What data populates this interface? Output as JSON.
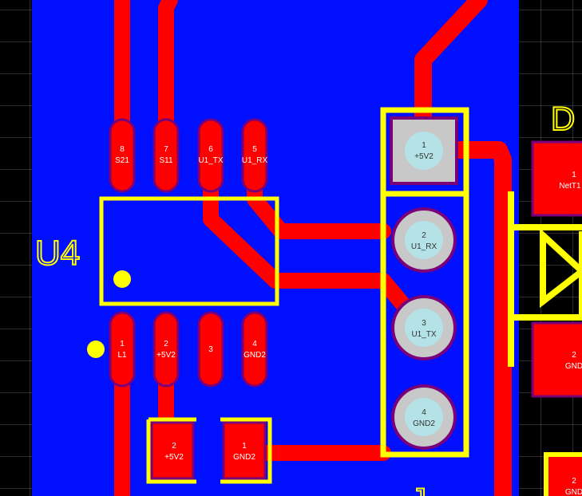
{
  "colors": {
    "background": "#000000",
    "grid": "#5a5a5a",
    "copper_pour": "#0010ff",
    "trace": "#ff0000",
    "silkscreen": "#ffff00",
    "pad_outline": "#7a007a",
    "via_fill": "#b5e2e6",
    "square_pad_fill": "#c8c8c8"
  },
  "designators": {
    "u4": "U4",
    "d_partial": "D",
    "j_partial": "J"
  },
  "u4_pads": [
    {
      "number": "8",
      "net": "S21"
    },
    {
      "number": "7",
      "net": "S11"
    },
    {
      "number": "6",
      "net": "U1_TX"
    },
    {
      "number": "5",
      "net": "U1_RX"
    },
    {
      "number": "1",
      "net": "L1"
    },
    {
      "number": "2",
      "net": "+5V2"
    },
    {
      "number": "3",
      "net": ""
    },
    {
      "number": "4",
      "net": "GND2"
    }
  ],
  "small_pads": [
    {
      "number": "2",
      "net": "+5V2"
    },
    {
      "number": "1",
      "net": "GND2"
    }
  ],
  "header_pins": [
    {
      "number": "1",
      "net": "+5V2"
    },
    {
      "number": "2",
      "net": "U1_RX"
    },
    {
      "number": "3",
      "net": "U1_TX"
    },
    {
      "number": "4",
      "net": "GND2"
    }
  ],
  "right_pads": [
    {
      "number": "1",
      "net": "NetT1"
    },
    {
      "number": "2",
      "net": "GND"
    },
    {
      "number": "2",
      "net": "GND"
    }
  ]
}
